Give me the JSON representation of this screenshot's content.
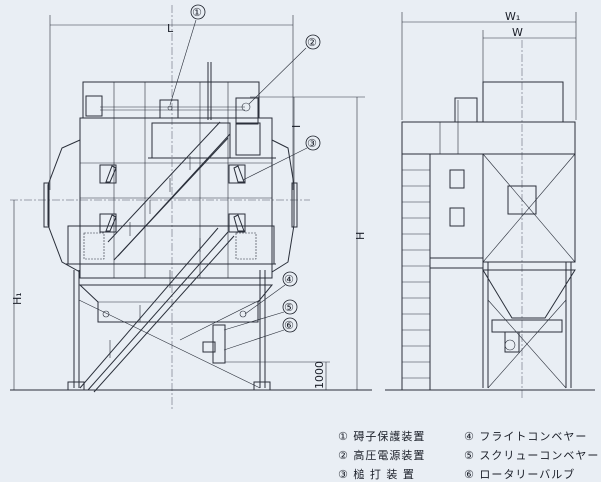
{
  "dimensions": {
    "L": "L",
    "H": "H",
    "H1": "H₁",
    "I": "I",
    "height_1000": "1000",
    "W1": "W₁",
    "W": "W"
  },
  "callouts": [
    "①",
    "②",
    "③",
    "④",
    "⑤",
    "⑥"
  ],
  "legend": [
    {
      "label": "① 碍子保護装置"
    },
    {
      "label": "④ フライトコンベヤー"
    },
    {
      "label": "② 高圧電源装置"
    },
    {
      "label": "⑤ スクリューコンベヤー"
    },
    {
      "label": "③ 槌 打 装 置"
    },
    {
      "label": "⑥ ロータリーバルブ"
    }
  ]
}
